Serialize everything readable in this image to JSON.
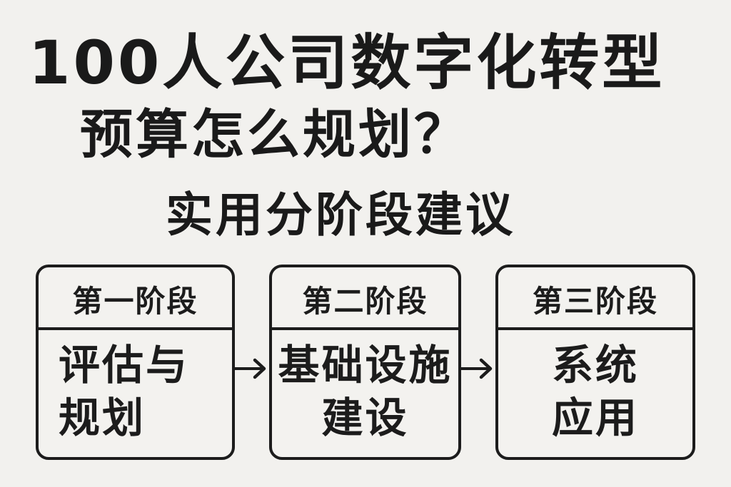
{
  "title": {
    "line1": "100人公司数字化转型",
    "line2": "预算怎么规划？"
  },
  "subtitle": "实用分阶段建议",
  "stages": [
    {
      "header": "第一阶段",
      "body_line1": "评估与",
      "body_line2": "规划"
    },
    {
      "header": "第二阶段",
      "body_line1": "基础设施",
      "body_line2": "建设"
    },
    {
      "header": "第三阶段",
      "body_line1": "系统",
      "body_line2": "应用"
    }
  ],
  "arrows": [
    {
      "from": "第一阶段",
      "to": "第二阶段",
      "icon": "arrow-right-icon"
    },
    {
      "from": "第二阶段",
      "to": "第三阶段",
      "icon": "arrow-right-icon"
    }
  ],
  "colors": {
    "background": "#f2f1ee",
    "ink": "#1c1c1c"
  }
}
